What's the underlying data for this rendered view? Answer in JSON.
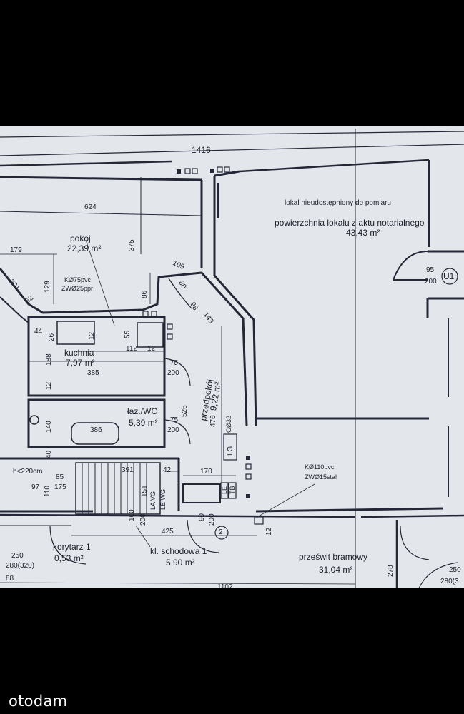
{
  "plan": {
    "dims": {
      "top": "1416",
      "pokoj_width": "624",
      "d179": "179",
      "d201": "201",
      "d62": "62",
      "d129": "129",
      "d375": "375",
      "d86": "86",
      "d109": "109",
      "d80": "80",
      "d98": "98",
      "d143": "143",
      "d44": "44",
      "d26": "26",
      "d55": "55",
      "d112": "112",
      "d12a": "12",
      "d12b": "12",
      "d188": "188",
      "d385": "385",
      "d12c": "12",
      "d75a": "75",
      "d200a": "200",
      "d526": "526",
      "d476": "476",
      "d140": "140",
      "d386": "386",
      "d75b": "75",
      "d200b": "200",
      "d40": "40",
      "d85": "85",
      "d391": "391",
      "d42": "42",
      "d170": "170",
      "d97": "97",
      "d110": "110",
      "d175": "175",
      "d151": "151",
      "d100": "100",
      "d200c": "200",
      "d90": "90",
      "d200d": "200",
      "d425": "425",
      "d12d": "12",
      "d250a": "250",
      "d280a": "280(320)",
      "d88": "88",
      "d1102": "1102",
      "d278": "278",
      "d250b": "250",
      "d280b": "280(3",
      "d95": "95",
      "d200u": "200"
    },
    "rooms": {
      "pokoj": {
        "name": "pokój",
        "area": "22,39 m²"
      },
      "kuchnia": {
        "name": "kuchnia",
        "area": "7,97 m²"
      },
      "lazienka": {
        "name": "łaz./WC",
        "area": "5,39 m²"
      },
      "przedpokoj": {
        "name": "przedpokój",
        "area": "9,22 m²"
      },
      "korytarz": {
        "name": "korytarz 1",
        "area": "0,53 m²"
      },
      "klatka": {
        "name": "kl. schodowa 1",
        "area": "5,90 m²"
      },
      "przeswit": {
        "name": "prześwit bramowy",
        "area": "31,04 m²"
      },
      "lokal": {
        "line1": "lokal nieudostępniony do pomiaru",
        "line2": "powierzchnia lokalu z aktu notarialnego",
        "area": "43,43 m²"
      }
    },
    "notes": {
      "kanal1": "KØ75pvc",
      "woda1": "ZWØ25ppr",
      "kanal2": "KØ110pvc",
      "woda2": "ZWØ15stal",
      "height": "h<220cm",
      "lg": "LG",
      "gaz": "GØ32",
      "meters1": "LA VG",
      "meters2": "LE WG",
      "le": "LE",
      "tb": "TB",
      "door_id": "2",
      "u1": "U1"
    }
  },
  "watermark": "otodam"
}
